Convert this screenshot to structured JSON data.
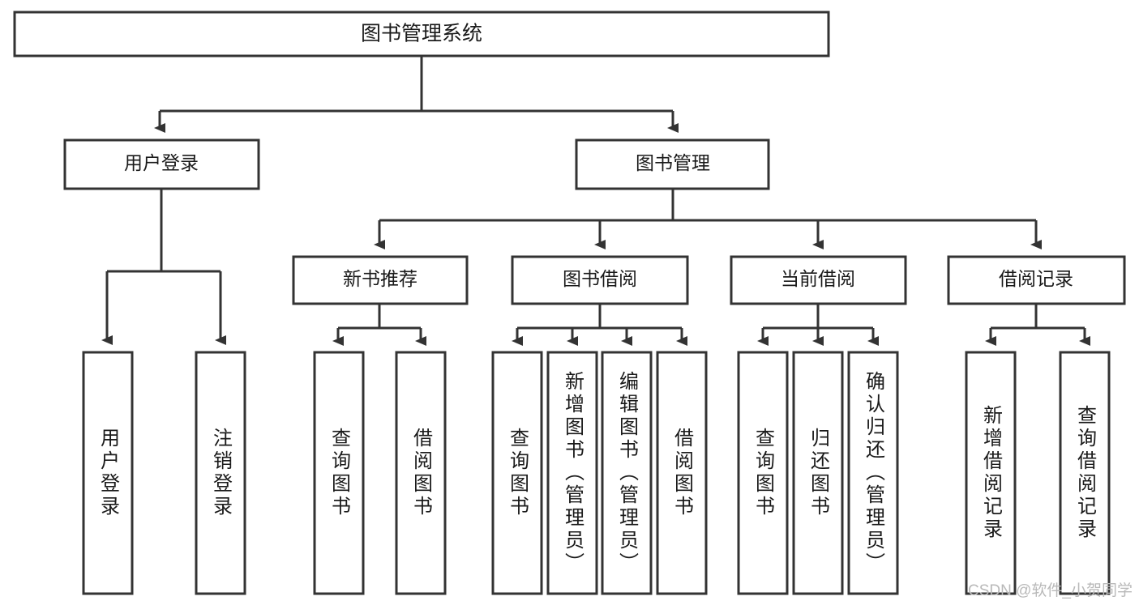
{
  "diagram": {
    "type": "tree-hierarchy",
    "title": "图书管理系统",
    "background_color": "#ffffff",
    "line_color": "#333333",
    "text_color": "#1a1a1a"
  },
  "nodes": {
    "root": {
      "label": "图书管理系统",
      "level": 0
    },
    "level1": [
      {
        "id": "user-login",
        "label": "用户登录"
      },
      {
        "id": "book-management",
        "label": "图书管理"
      }
    ],
    "level2": [
      {
        "id": "new-book-recommend",
        "label": "新书推荐",
        "parent": "book-management"
      },
      {
        "id": "book-borrow",
        "label": "图书借阅",
        "parent": "book-management"
      },
      {
        "id": "current-borrow",
        "label": "当前借阅",
        "parent": "book-management"
      },
      {
        "id": "borrow-record",
        "label": "借阅记录",
        "parent": "book-management"
      }
    ],
    "leaves": {
      "user-login": [
        {
          "id": "leaf-user-login",
          "label": "用户登录"
        },
        {
          "id": "leaf-logout",
          "label": "注销登录"
        }
      ],
      "new-book-recommend": [
        {
          "id": "leaf-query-book-1",
          "label": "查询图书"
        },
        {
          "id": "leaf-borrow-book-1",
          "label": "借阅图书"
        }
      ],
      "book-borrow": [
        {
          "id": "leaf-query-book-2",
          "label": "查询图书"
        },
        {
          "id": "leaf-add-book",
          "label": "新增图书（管理员）"
        },
        {
          "id": "leaf-edit-book",
          "label": "编辑图书（管理员）"
        },
        {
          "id": "leaf-borrow-book-2",
          "label": "借阅图书"
        }
      ],
      "current-borrow": [
        {
          "id": "leaf-query-book-3",
          "label": "查询图书"
        },
        {
          "id": "leaf-return-book",
          "label": "归还图书"
        },
        {
          "id": "leaf-confirm-return",
          "label": "确认归还（管理员）"
        }
      ],
      "borrow-record": [
        {
          "id": "leaf-add-record",
          "label": "新增借阅记录"
        },
        {
          "id": "leaf-query-record",
          "label": "查询借阅记录"
        }
      ]
    }
  },
  "watermark": {
    "text": "CSDN @软件_小贺同学"
  }
}
